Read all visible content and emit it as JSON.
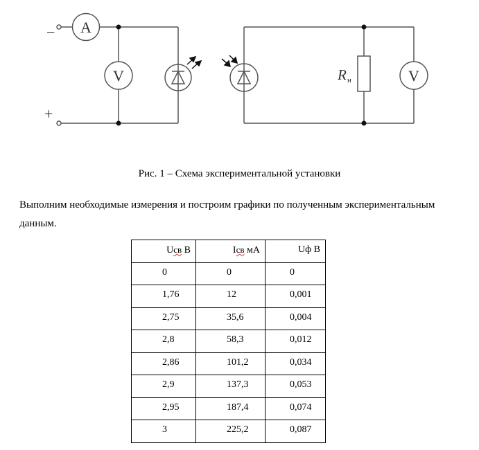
{
  "figure": {
    "meter_labels": {
      "ammeter": "A",
      "voltmeter_left": "V",
      "voltmeter_right": "V"
    },
    "terminal_labels": {
      "minus": "−",
      "plus": "+"
    },
    "resistor_label": {
      "symbol": "R",
      "subscript": "н"
    },
    "caption": "Рис. 1 – Схема экспериментальной установки"
  },
  "paragraph": "Выполним необходимые измерения и построим графики по полученным экспериментальным данным.",
  "table": {
    "headers": [
      {
        "main": "U",
        "sub": "св",
        "unit": " В"
      },
      {
        "main": "I",
        "sub": "св",
        "unit": " мА"
      },
      {
        "main": "Uф",
        "sub": "",
        "unit": " В"
      }
    ],
    "rows": [
      [
        "0",
        "0",
        "0"
      ],
      [
        "1,76",
        "12",
        "0,001"
      ],
      [
        "2,75",
        "35,6",
        "0,004"
      ],
      [
        "2,8",
        "58,3",
        "0,012"
      ],
      [
        "2,86",
        "101,2",
        "0,034"
      ],
      [
        "2,9",
        "137,3",
        "0,053"
      ],
      [
        "2,95",
        "187,4",
        "0,074"
      ],
      [
        "3",
        "225,2",
        "0,087"
      ]
    ]
  }
}
